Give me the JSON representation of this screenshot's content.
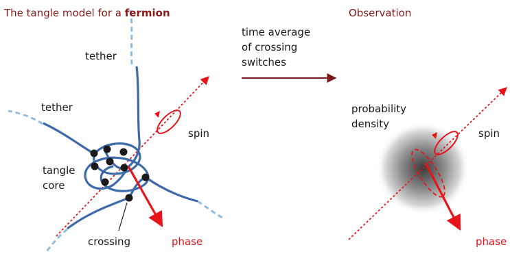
{
  "left_panel": {
    "title_prefix": "The tangle model for a ",
    "title_bold": "fermion",
    "labels": {
      "tether_top": "tether",
      "tether_left": "tether",
      "tangle_core_line1": "tangle",
      "tangle_core_line2": "core",
      "spin": "spin",
      "crossing": "crossing",
      "phase": "phase"
    }
  },
  "middle": {
    "arrow_text": [
      "time average",
      "of crossing",
      "switches"
    ]
  },
  "right_panel": {
    "title": "Observation",
    "labels": {
      "probability_line1": "probability",
      "probability_line2": "density",
      "spin": "spin",
      "phase": "phase"
    }
  },
  "colors": {
    "title": "#8b1a1a",
    "tangle": "#3d6aa8",
    "tether_dashed": "#93bde0",
    "red": "#e8141a",
    "node": "#1a1a1a",
    "middle_arrow": "#7a1a1a"
  }
}
